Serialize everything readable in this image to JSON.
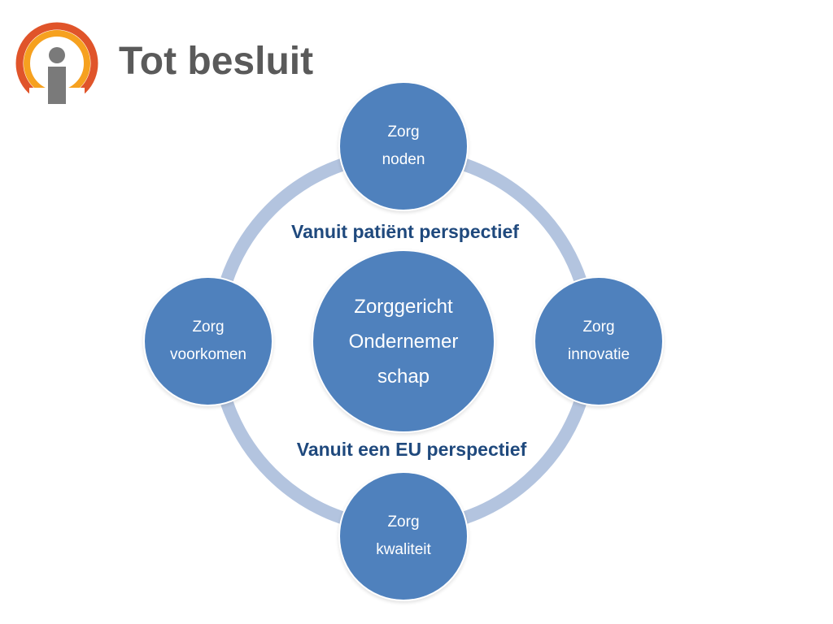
{
  "header": {
    "title": "Tot besluit"
  },
  "logo": {
    "icon": "info-person-icon",
    "colors": {
      "ring_outer": "#e0542a",
      "ring_inner": "#f6a11f",
      "figure": "#7a7a7a"
    }
  },
  "diagram": {
    "colors": {
      "node_fill": "#4f81bd",
      "ring": "#b3c4df",
      "caption_text": "#1f497d"
    },
    "center": {
      "line1": "Zorggericht",
      "line2": "Ondernemer",
      "line3": "schap"
    },
    "top": {
      "line1": "Zorg",
      "line2": "noden"
    },
    "right": {
      "line1": "Zorg",
      "line2": "innovatie"
    },
    "bottom": {
      "line1": "Zorg",
      "line2": "kwaliteit"
    },
    "left": {
      "line1": "Zorg",
      "line2": "voorkomen"
    },
    "upper_caption": "Vanuit patiënt perspectief",
    "lower_caption": "Vanuit een EU perspectief"
  }
}
